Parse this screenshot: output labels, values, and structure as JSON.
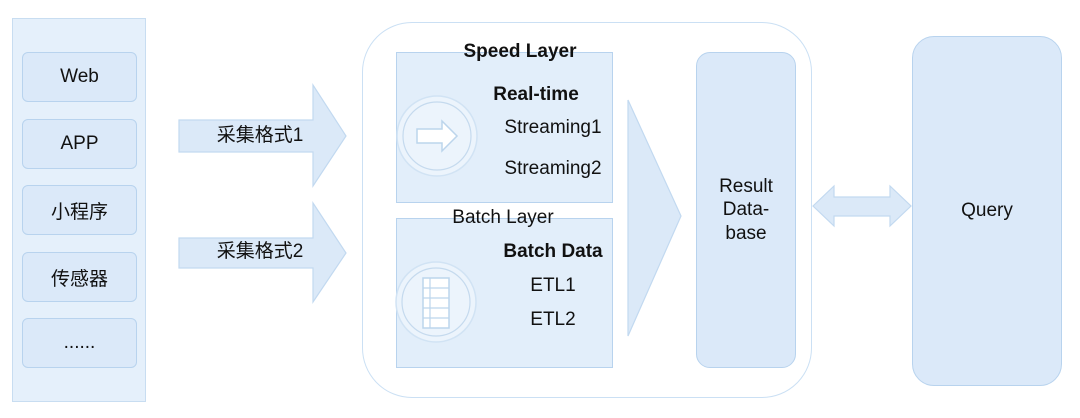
{
  "sources": [
    "Web",
    "APP",
    "小程序",
    "传感器",
    "......"
  ],
  "ingest_arrows": [
    "采集格式1",
    "采集格式2"
  ],
  "speed_layer": {
    "title": "Speed Layer",
    "heading": "Real-time",
    "items": [
      "Streaming1",
      "Streaming2"
    ],
    "icon": "arrow-right-icon"
  },
  "batch_layer": {
    "title": "Batch Layer",
    "heading": "Batch Data",
    "items": [
      "ETL1",
      "ETL2"
    ],
    "icon": "list-icon"
  },
  "result_database": {
    "lines": [
      "Result",
      "Data-",
      "base"
    ]
  },
  "query": {
    "label": "Query"
  },
  "colors": {
    "panel_fill": "#e5f0fb",
    "panel_border": "#c8ddf1",
    "box_fill": "#dbe9f9",
    "box_border": "#b8d3ee",
    "layer_fill": "#e2eefa",
    "container_border": "#cbe0f4",
    "arrow_fill": "#dbe9f8",
    "arrow_border": "#c2d9f0",
    "text": "#111111"
  }
}
